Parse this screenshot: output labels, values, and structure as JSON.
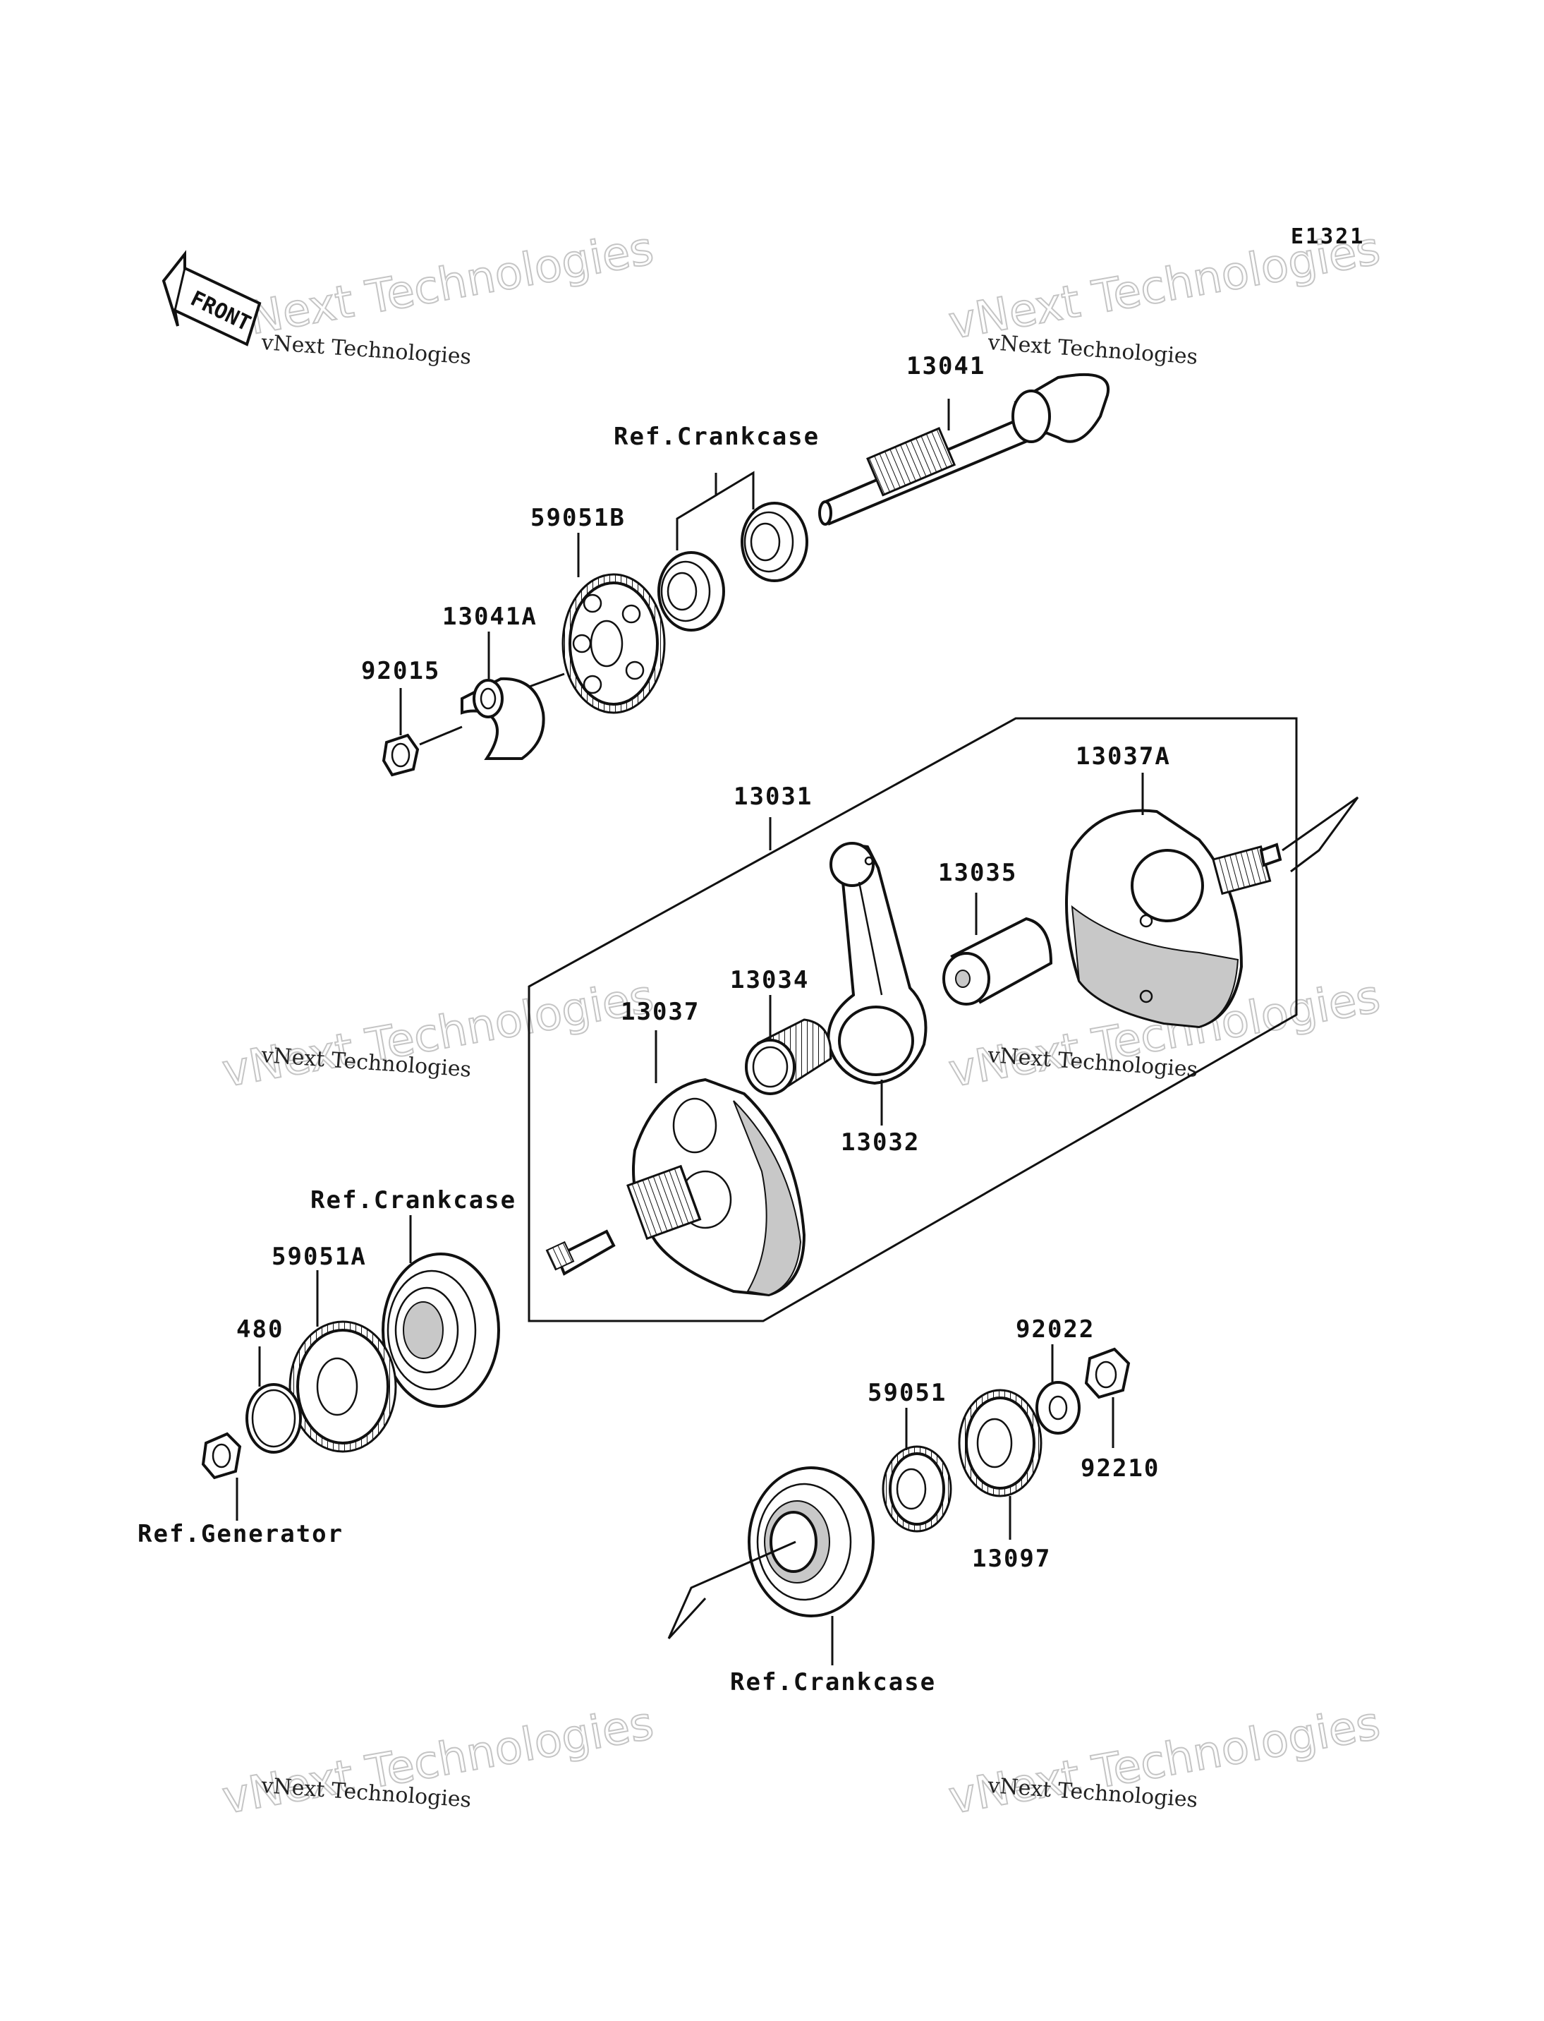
{
  "diagram_code": "E1321",
  "front_label": "FRONT",
  "watermark": {
    "big": "vNext Technologies",
    "small": "vNext Technologies"
  },
  "parts": {
    "p13041": "13041",
    "ref_crankcase_top": "Ref.Crankcase",
    "p59051B": "59051B",
    "p13041A": "13041A",
    "p92015": "92015",
    "p13031": "13031",
    "p13037A": "13037A",
    "p13035": "13035",
    "p13034": "13034",
    "p13037": "13037",
    "p13032": "13032",
    "ref_crankcase_mid": "Ref.Crankcase",
    "p59051A": "59051A",
    "p480": "480",
    "ref_generator": "Ref.Generator",
    "p92022": "92022",
    "p59051": "59051",
    "p92210": "92210",
    "p13097": "13097",
    "ref_crankcase_bottom": "Ref.Crankcase"
  }
}
